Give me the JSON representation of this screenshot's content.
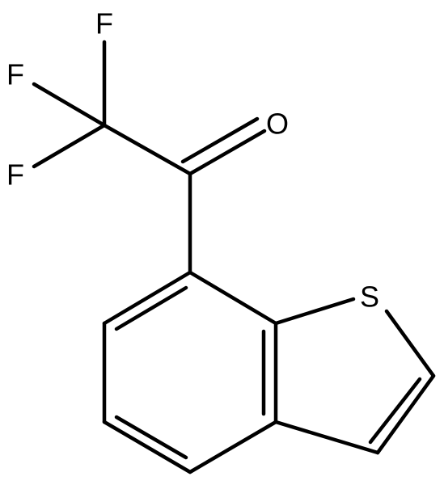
{
  "molecule": {
    "atoms": {
      "F_top": "F",
      "F_left": "F",
      "F_bottom": "F",
      "O": "O",
      "S": "S"
    }
  },
  "colors": {
    "background": "#ffffff",
    "ink": "#000000"
  }
}
